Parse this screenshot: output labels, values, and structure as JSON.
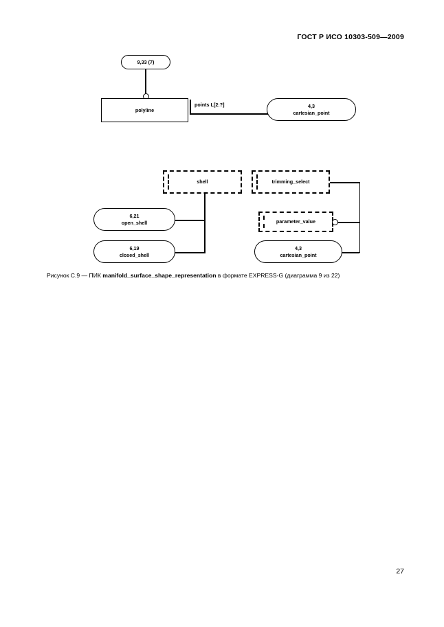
{
  "header": {
    "standard_title": "ГОСТ Р ИСО 10303-509—2009"
  },
  "page": {
    "number": "27"
  },
  "caption": {
    "prefix": "Рисунок С.9 — ПИК ",
    "entity": "manifold_surface_shape_representation",
    "suffix": " в формате EXPRESS-G (диаграмма 9 из 22)"
  },
  "diagram": {
    "title": "manifold_surface_shape_representation EXPRESS-G diagram 9 of 22",
    "nodes": {
      "page_ref_933": {
        "num": "9,33 (7)",
        "name": ""
      },
      "polyline": {
        "num": "",
        "name": "polyline"
      },
      "cartesian_point_top": {
        "num": "4,3",
        "name": "cartesian_point"
      },
      "shell": {
        "num": "",
        "name": "shell"
      },
      "trimming_select": {
        "num": "",
        "name": "trimming_select"
      },
      "open_shell": {
        "num": "6,21",
        "name": "open_shell"
      },
      "closed_shell": {
        "num": "6,19",
        "name": "closed_shell"
      },
      "parameter_value": {
        "num": "",
        "name": "parameter_value"
      },
      "cartesian_point_bottom": {
        "num": "4,3",
        "name": "cartesian_point"
      }
    },
    "edges": {
      "points": {
        "label": "points L[2:?]"
      }
    }
  }
}
